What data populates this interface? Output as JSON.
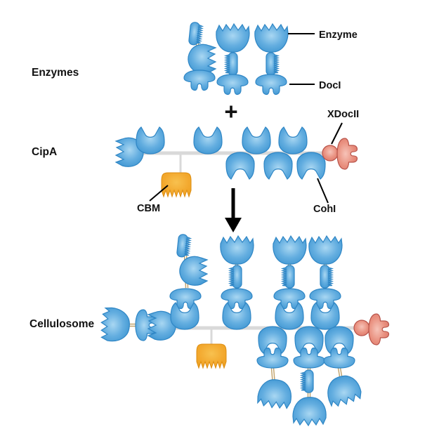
{
  "figure": {
    "rows": {
      "enzymes": {
        "label": "Enzymes"
      },
      "cipa": {
        "label": "CipA"
      },
      "cellulosome": {
        "label": "Cellulosome"
      }
    },
    "annotations": {
      "enzyme": "Enzyme",
      "doci": "DocI",
      "xdocii": "XDocII",
      "cbm": "CBM",
      "cohi": "CohI"
    },
    "operators": {
      "plus": "+"
    },
    "icons": {
      "enzyme-icon": "jagged tulip/cup catalytic module",
      "enzyme-open-icon": "jagged open pac-man catalytic module",
      "cohesin-icon": "two-horned crown receptor module",
      "cohesin-open-icon": "open pac-man cohesin at scaffold end",
      "dockerin-icon": "mushroom cap with two legs",
      "linker-module-icon": "serrated barrel on linker",
      "cbm-icon": "orange comb-toothed carbohydrate-binding module",
      "x-module-icon": "pink sphere",
      "xdockerin-icon": "pink sideways dockerin",
      "down-arrow-icon": "thick black downward arrow"
    }
  },
  "colors": {
    "blue": "#4d9fd8",
    "blue_light": "#a9d7f2",
    "blue_mid": "#64aee0",
    "blue_dark": "#3f96d2",
    "blue_outline": "#2f86c5",
    "pink_light": "#f6c3b8",
    "pink_mid": "#e9907f",
    "pink_dark": "#dd7a6e",
    "pink_outline": "#b8544a",
    "orange_light": "#f8c14f",
    "orange_mid": "#f3a92f",
    "orange_dark": "#eda01f",
    "orange_outline": "#dd8d12",
    "linker_tan": "#c2a36b",
    "scaffold_gray": "#d9d9d9",
    "text_color": "#111111"
  }
}
